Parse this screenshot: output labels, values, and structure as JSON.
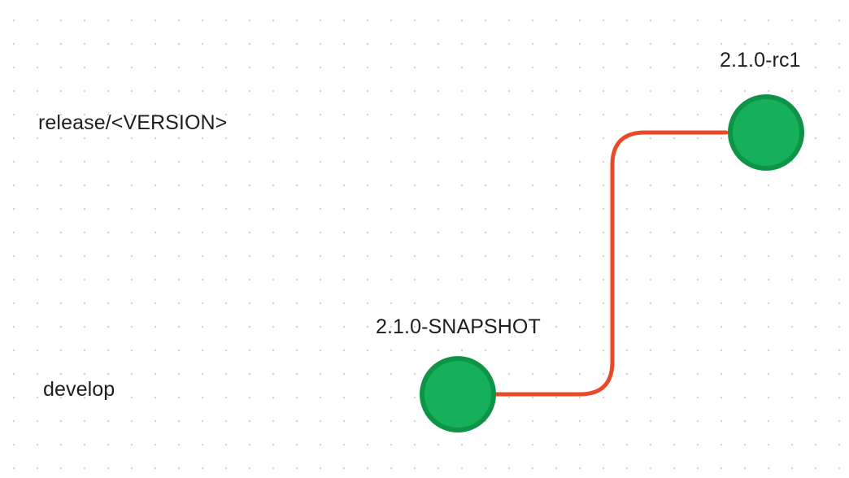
{
  "diagram": {
    "type": "git-branch-flow",
    "colors": {
      "node_fill": "#16b05a",
      "node_stroke": "#0e9447",
      "edge": "#e84a27",
      "text": "#1e1e1e",
      "grid_dot": "#d4d4d4"
    },
    "lanes": [
      {
        "id": "release",
        "label": "release/<VERSION>"
      },
      {
        "id": "develop",
        "label": "develop"
      }
    ],
    "nodes": [
      {
        "id": "snapshot",
        "lane": "develop",
        "label": "2.1.0-SNAPSHOT"
      },
      {
        "id": "rc1",
        "lane": "release",
        "label": "2.1.0-rc1"
      }
    ],
    "edges": [
      {
        "from": "snapshot",
        "to": "rc1"
      }
    ]
  }
}
